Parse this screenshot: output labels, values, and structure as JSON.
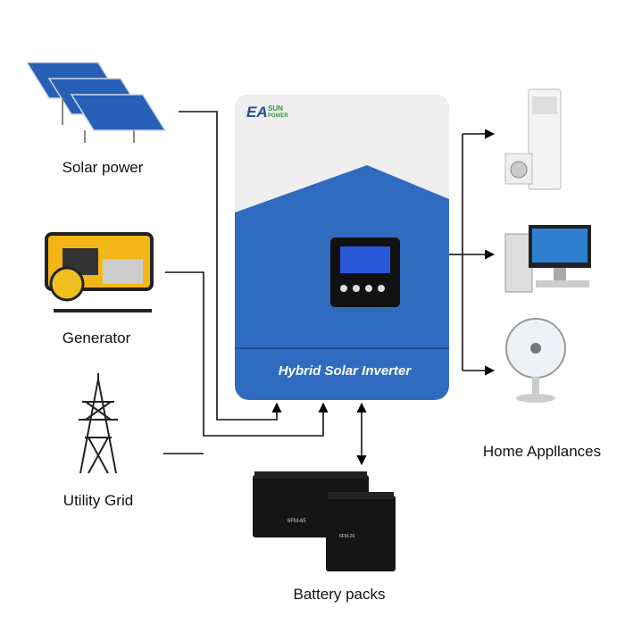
{
  "inverter": {
    "brand": "EASUN POWER",
    "product_label": "Hybrid Solar Inverter",
    "colors": {
      "body_blue": "#2f6cc0",
      "top_panel": "#efefef",
      "screen": "#2a57d8"
    }
  },
  "sources": [
    {
      "label": "Solar power",
      "icon": "solar-panel-icon"
    },
    {
      "label": "Generator",
      "icon": "generator-icon"
    },
    {
      "label": "Utility Grid",
      "icon": "power-tower-icon"
    }
  ],
  "storage": {
    "label": "Battery packs",
    "icon": "battery-icon",
    "battery_models": [
      "6FM-65",
      "6FM-26"
    ]
  },
  "loads": {
    "label": "Home Appllances",
    "items": [
      {
        "icon": "air-conditioner-washer-icon"
      },
      {
        "icon": "desktop-computer-icon"
      },
      {
        "icon": "fan-icon"
      }
    ]
  }
}
